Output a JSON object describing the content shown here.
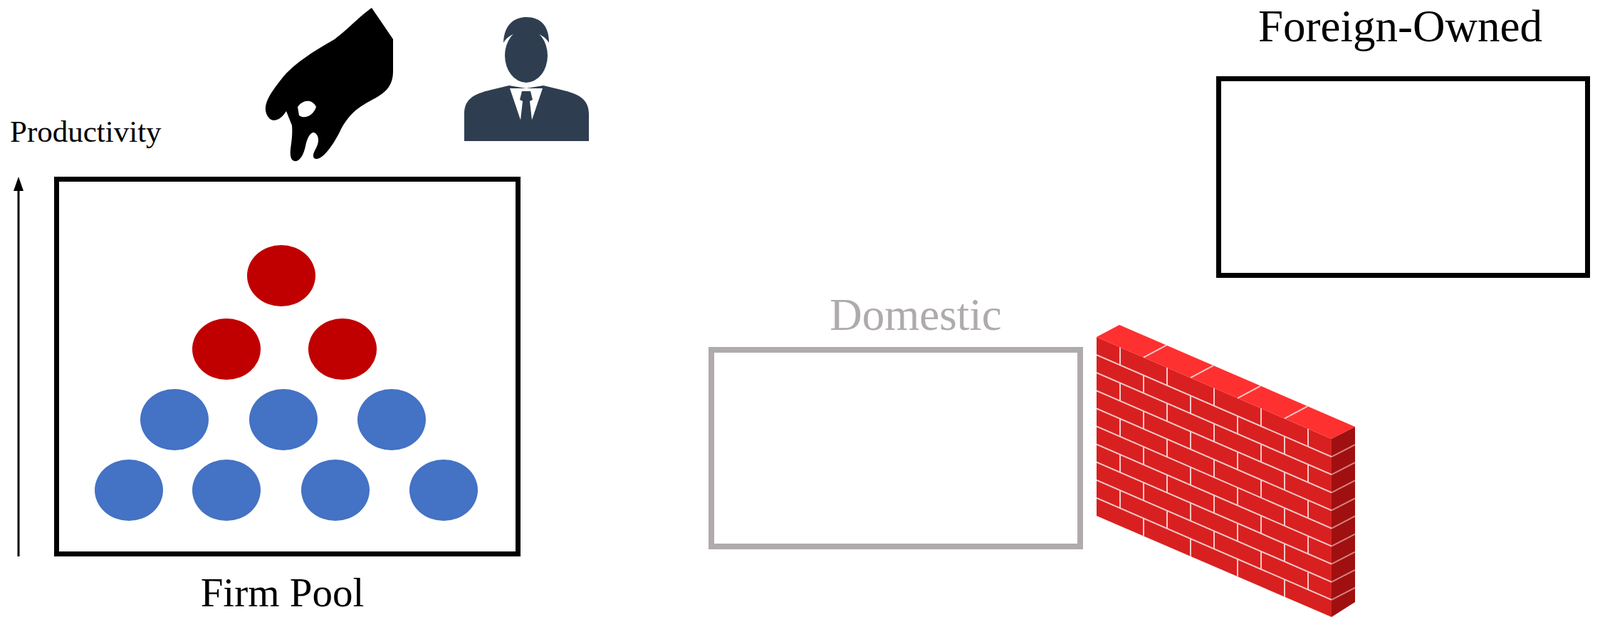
{
  "diagram": {
    "nodes": [
      {
        "text": [
          "Firm Pool"
        ]
      },
      {
        "text": [
          "Domestic"
        ]
      },
      {
        "text": [
          "Foreign-Owned"
        ]
      }
    ],
    "labels": [
      "Productivity"
    ]
  }
}
